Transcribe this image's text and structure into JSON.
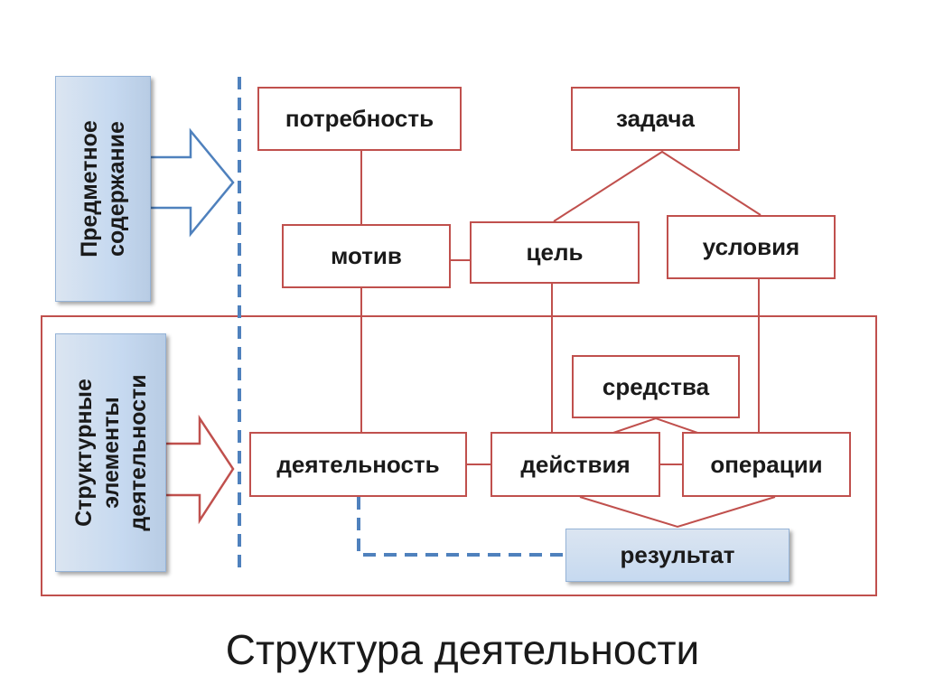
{
  "caption": "Структура деятельности",
  "side_labels": {
    "subject": "Предметное\nсодержание",
    "structure": "Структурные\nэлементы\nдеятельности"
  },
  "nodes": {
    "need": "потребность",
    "task": "задача",
    "motive": "мотив",
    "goal": "цель",
    "conditions": "условия",
    "means": "средства",
    "activity": "деятельность",
    "actions": "действия",
    "operations": "операции",
    "result": "результат"
  },
  "colors": {
    "box_border": "#c0504d",
    "side_fill": "#c6d9f0",
    "dashed_line": "#4f81bd",
    "arrow": "#4f81bd"
  }
}
